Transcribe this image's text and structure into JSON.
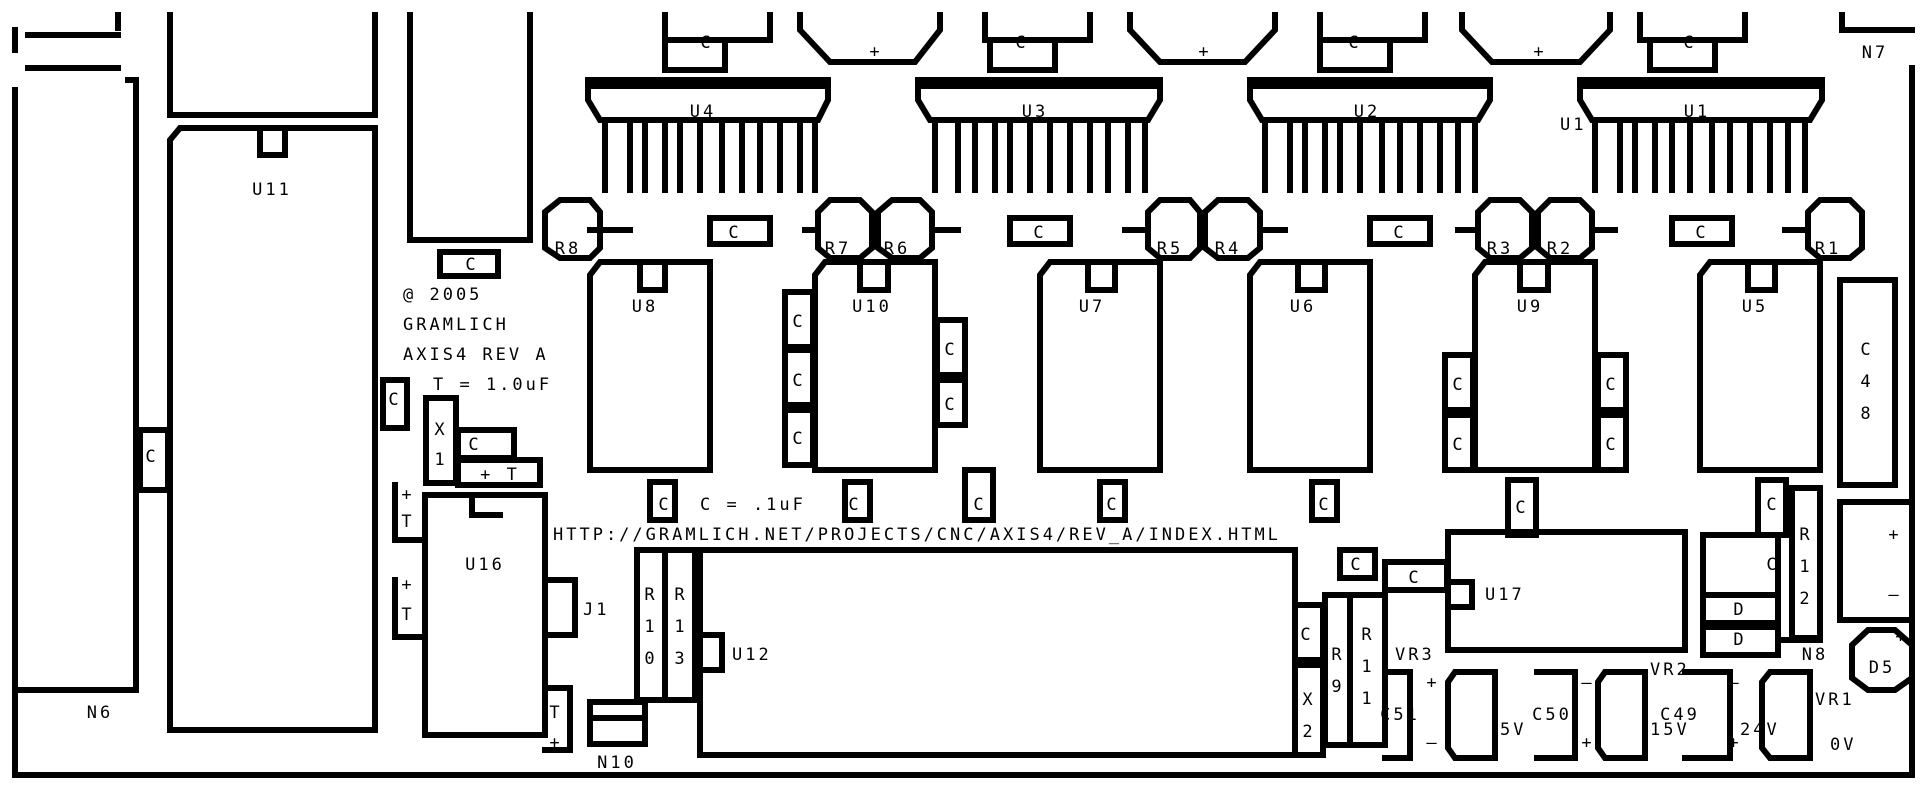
{
  "title_block": {
    "copyright": "@ 2005",
    "author": "GRAMLICH",
    "board_name": "AXIS4 REV A",
    "t_note": "T = 1.0uF",
    "c_note": "C = .1uF",
    "url": "HTTP://GRAMLICH.NET/PROJECTS/CNC/AXIS4/REV_A/INDEX.HTML"
  },
  "drivers": [
    "U4",
    "U3",
    "U2",
    "U1"
  ],
  "driver_extra_label": "U1",
  "chips": [
    "U8",
    "U10",
    "U7",
    "U6",
    "U9",
    "U5"
  ],
  "resistors": [
    "R8",
    "R7",
    "R6",
    "R5",
    "R4",
    "R3",
    "R2",
    "R1"
  ],
  "labels": {
    "u11": "U11",
    "u16": "U16",
    "u12": "U12",
    "u17": "U17",
    "j1": "J1",
    "n6": "N6",
    "n7": "N7",
    "n8": "N8",
    "n10": "N10",
    "d5": "D5",
    "vr1": "VR1",
    "vr2": "VR2",
    "vr3": "VR3",
    "c49": "C49",
    "c50": "C50",
    "c51": "C51",
    "v5": "5V",
    "v15": "15V",
    "v24": "24V",
    "v0": "0V",
    "c": "C",
    "t": "T",
    "d": "D",
    "plus": "+",
    "minus": "–",
    "plus_t": "+ T",
    "x1": [
      "X",
      "1"
    ],
    "x2": [
      "X",
      "2"
    ],
    "r9": [
      "R",
      "9"
    ],
    "r10": [
      "R",
      "1",
      "0"
    ],
    "r11": [
      "R",
      "1",
      "1"
    ],
    "r12": [
      "R",
      "1",
      "2"
    ],
    "r13": [
      "R",
      "1",
      "3"
    ],
    "c48": [
      "C",
      "4",
      "8"
    ]
  }
}
